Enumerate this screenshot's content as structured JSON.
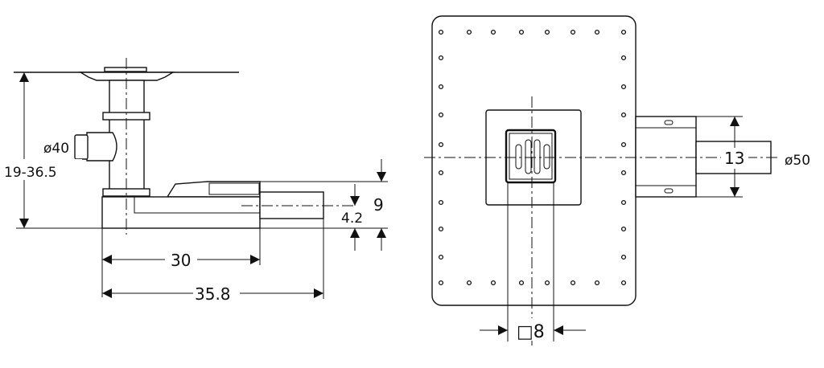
{
  "side_view": {
    "height_range": "19-36.5",
    "side_outlet_diameter": "ø40",
    "length_body": "30",
    "length_total": "35.8",
    "outlet_height": "9",
    "outlet_center_height": "4.2"
  },
  "top_view": {
    "outlet_width": "13",
    "outlet_diameter": "ø50",
    "grate_size": "□8"
  }
}
